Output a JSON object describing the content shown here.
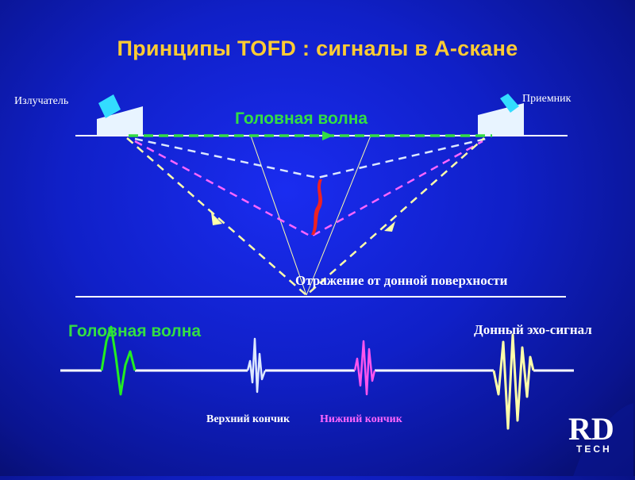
{
  "title": "Принципы  TOFD : сигналы в А-скане",
  "labels": {
    "transmitter": "Излучатель",
    "receiver": "Приемник",
    "lateral_wave_top": "Головная волна",
    "backwall_reflection": "Отражение от донной поверхности",
    "lateral_wave_ascan": "Головная волна",
    "backwall_echo": "Донный эхо-сигнал",
    "upper_tip": "Верхний кончик",
    "lower_tip": "Нижний кончик"
  },
  "logo": {
    "text_main": "RD",
    "text_sub": "TECH"
  },
  "colors": {
    "background": "#1020c8",
    "title": "#ffcc33",
    "lateral_wave": "#33dd44",
    "upper_tip_path": "#dde8ff",
    "lower_tip_path": "#ff66ff",
    "backwall_path": "#ffffaa",
    "crack": "#ee2222",
    "probe_body": "#e8f4ff",
    "probe_wedge": "#33ddff"
  }
}
